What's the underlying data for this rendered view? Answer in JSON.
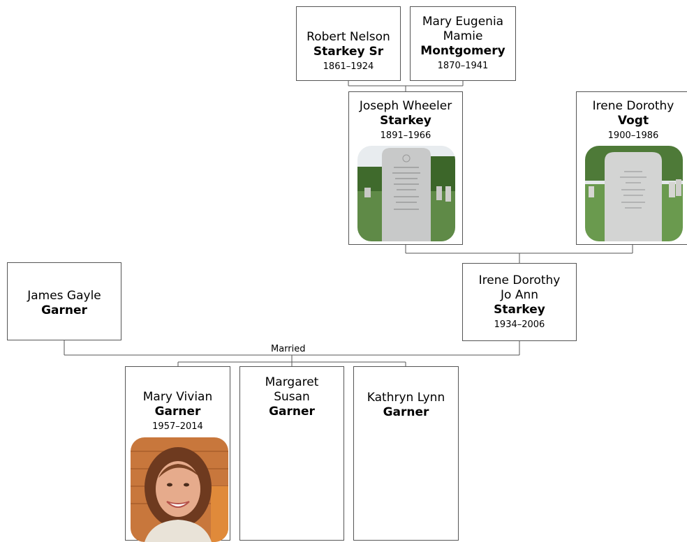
{
  "people": {
    "robert": {
      "given": "Robert Nelson",
      "surname": "Starkey Sr",
      "dates": "1861–1924"
    },
    "mary_eugenia": {
      "given": "Mary Eugenia",
      "given2": "Mamie",
      "surname": "Montgomery",
      "dates": "1870–1941"
    },
    "joseph": {
      "given": "Joseph Wheeler",
      "surname": "Starkey",
      "dates": "1891–1966"
    },
    "irene_vogt": {
      "given": "Irene Dorothy",
      "surname": "Vogt",
      "dates": "1900–1986"
    },
    "james": {
      "given": "James Gayle",
      "surname": "Garner"
    },
    "irene_jo": {
      "given": "Irene Dorothy",
      "given2": "Jo Ann",
      "surname": "Starkey",
      "dates": "1934–2006"
    },
    "mary_vivian": {
      "given": "Mary Vivian",
      "surname": "Garner",
      "dates": "1957–2014"
    },
    "margaret": {
      "given": "Margaret",
      "given2": "Susan",
      "surname": "Garner"
    },
    "kathryn": {
      "given": "Kathryn Lynn",
      "surname": "Garner"
    }
  },
  "labels": {
    "married": "Married"
  },
  "photos": {
    "joseph": "gravestone-photo",
    "irene_vogt": "gravestone-photo",
    "mary_vivian": "portrait-photo"
  }
}
